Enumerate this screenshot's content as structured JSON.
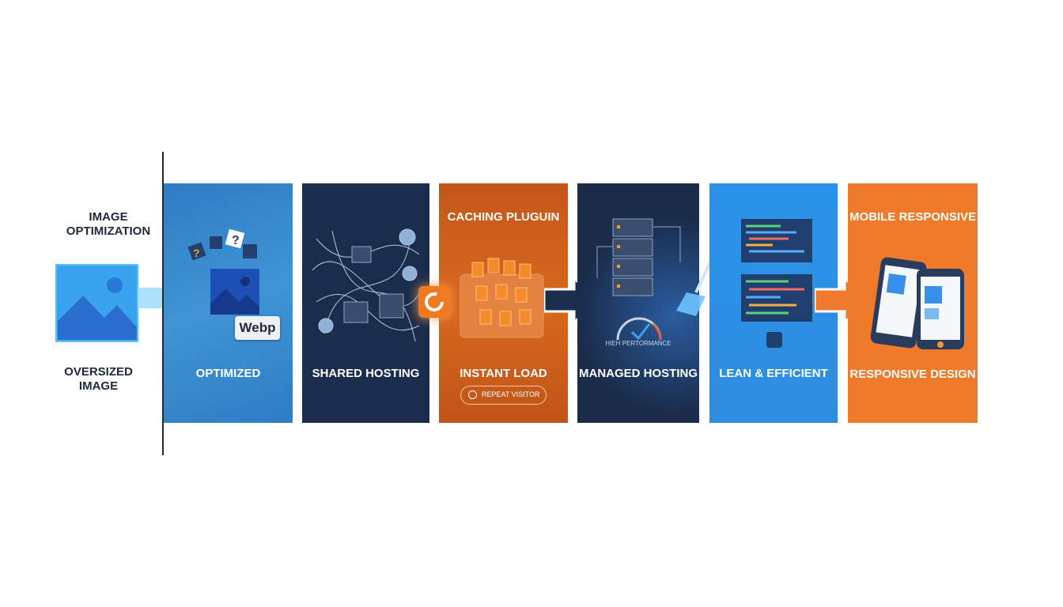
{
  "intro": {
    "title": "IMAGE OPTIMIZATION",
    "label": "OVERSIZED IMAGE"
  },
  "panels": [
    {
      "label": "OPTIMIZED",
      "badge": "Webp",
      "color": "#3a88cc"
    },
    {
      "label": "SHARED HOSTING",
      "color": "#1b2d4d"
    },
    {
      "title": "CACHING PLUGUIN",
      "label": "INSTANT LOAD",
      "pill": "REPEAT VISITOR",
      "color": "#cf611c"
    },
    {
      "label": "MANAGED HOSTING",
      "gauge_caption": "HIEH PERTORMANCE",
      "color": "#1a2c4a"
    },
    {
      "label": "LEAN & EFFICIENT",
      "color": "#2a92e8"
    },
    {
      "title": "MOBILE RESPONSIVE",
      "label": "RESPONSIVE DESIGN",
      "color": "#ee7a2a"
    }
  ],
  "icons": [
    "image-icon",
    "arrow-right-icon",
    "server-icon",
    "sync-icon",
    "cache-box-icon",
    "speed-gauge-icon",
    "broom-icon",
    "code-icon",
    "mobile-phone-icon"
  ]
}
